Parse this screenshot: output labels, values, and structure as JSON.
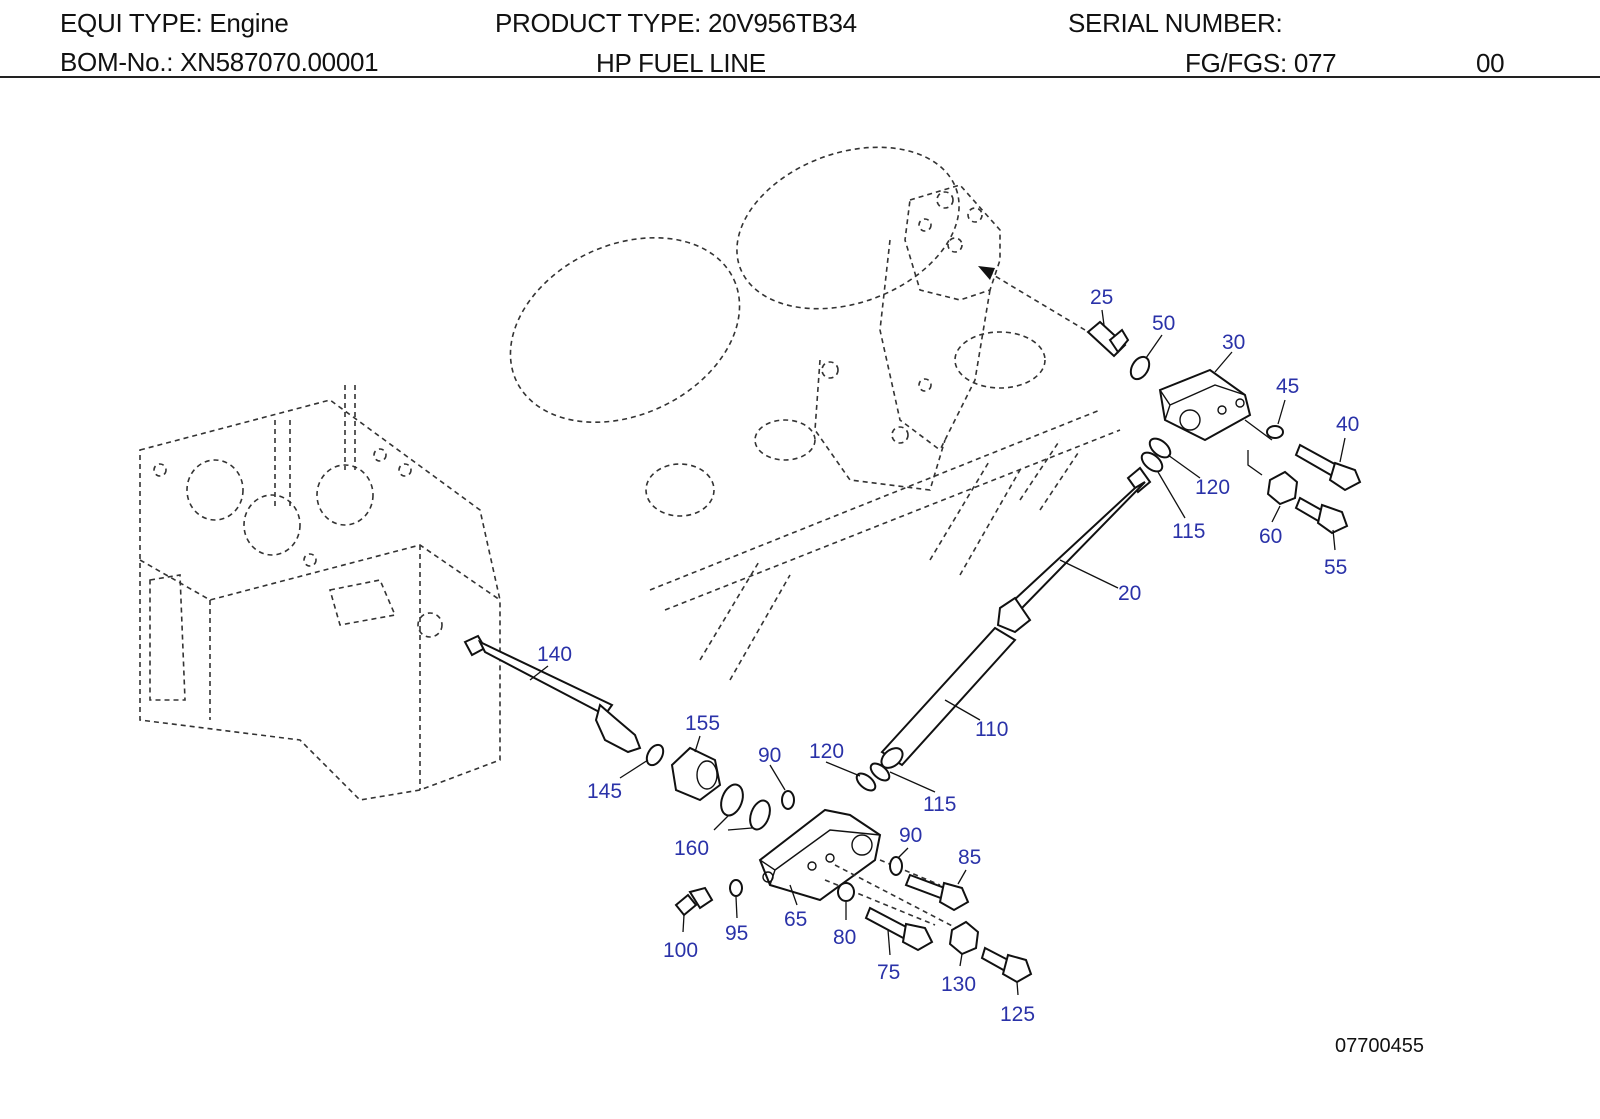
{
  "header": {
    "equi_type_label": "EQUI TYPE:",
    "equi_type_value": "Engine",
    "product_type_label": "PRODUCT TYPE:",
    "product_type_value": "20V956TB34",
    "serial_number_label": "SERIAL NUMBER:",
    "bom_label": "BOM-No.:",
    "bom_value": "XN587070.00001",
    "title": "HP FUEL LINE",
    "fg_label": "FG/FGS:",
    "fg_value": "077",
    "revision": "00"
  },
  "callouts": [
    "25",
    "50",
    "30",
    "45",
    "40",
    "120",
    "115",
    "60",
    "55",
    "20",
    "140",
    "155",
    "90",
    "120",
    "110",
    "115",
    "145",
    "160",
    "90",
    "85",
    "100",
    "95",
    "65",
    "80",
    "75",
    "130",
    "125"
  ],
  "drawing_number": "07700455",
  "colors": {
    "callout": "#2a32a8",
    "line": "#111111"
  }
}
